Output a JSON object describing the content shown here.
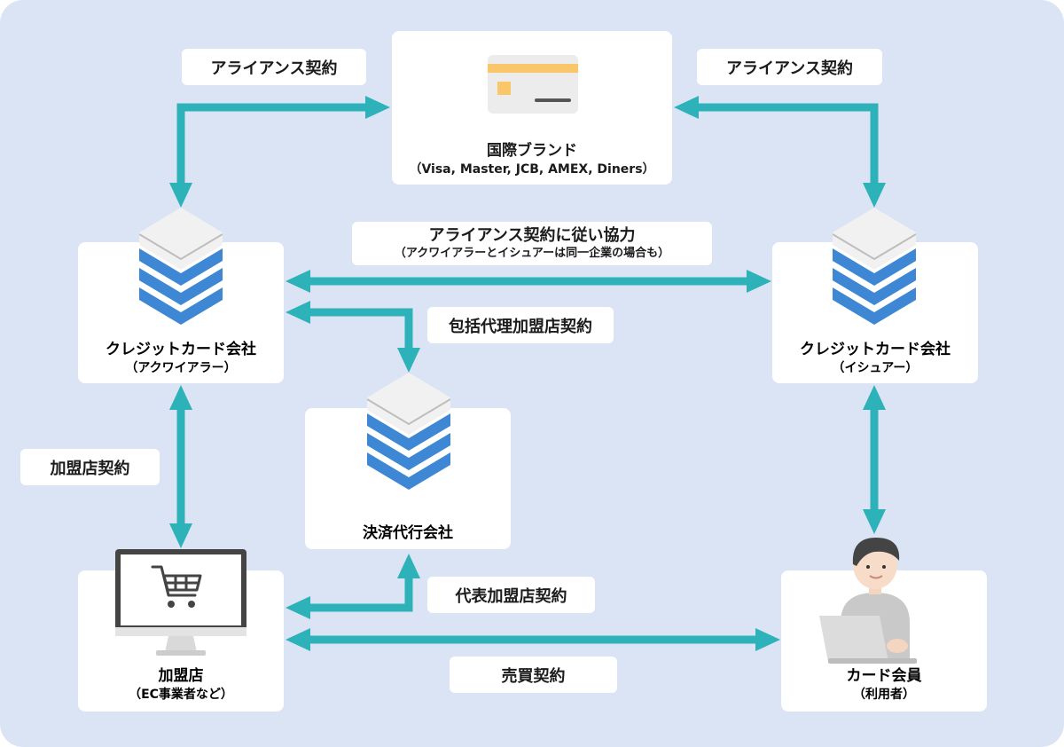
{
  "colors": {
    "background": "#dbe4f4",
    "arrow": "#2cb2b8",
    "server_blue": "#3d87d4",
    "card_stripe": "#f9c66a"
  },
  "brand": {
    "title": "国際ブランド",
    "subtitle": "（Visa, Master, JCB, AMEX, Diners）",
    "icon": "credit-card-icon"
  },
  "acquirer": {
    "title": "クレジットカード会社",
    "subtitle": "（アクワイアラー）",
    "icon": "server-stack-icon"
  },
  "issuer": {
    "title": "クレジットカード会社",
    "subtitle": "（イシュアー）",
    "icon": "server-stack-icon"
  },
  "psp": {
    "title": "決済代行会社",
    "icon": "server-stack-icon"
  },
  "merchant": {
    "title": "加盟店",
    "subtitle": "（EC事業者など）",
    "icon": "monitor-cart-icon"
  },
  "member": {
    "title": "カード会員",
    "subtitle": "（利用者）",
    "icon": "person-laptop-icon"
  },
  "labels": {
    "alliance_left": "アライアンス契約",
    "alliance_right": "アライアンス契約",
    "cooperation": "アライアンス契約に従い協力",
    "cooperation_note": "（アクワイアラーとイシュアーは同一企業の場合も）",
    "umbrella": "包括代理加盟店契約",
    "merchant_contract": "加盟店契約",
    "representative": "代表加盟店契約",
    "sales": "売買契約"
  }
}
